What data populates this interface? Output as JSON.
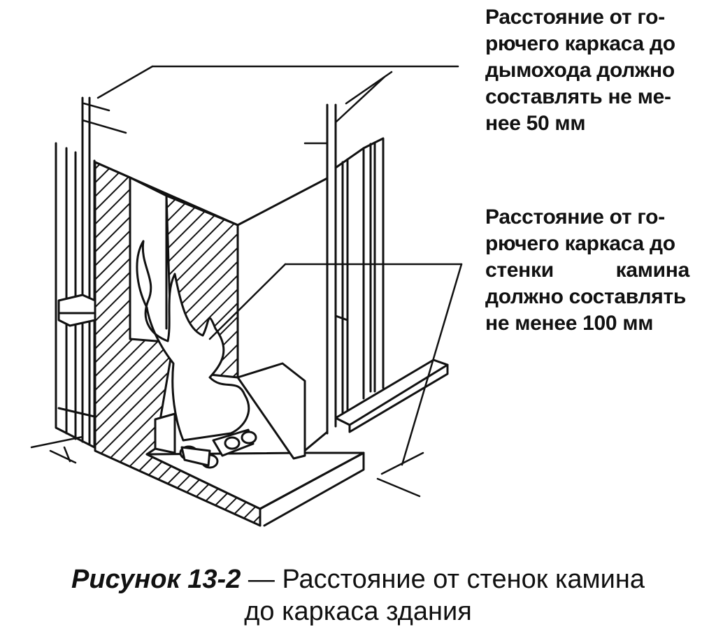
{
  "annotations": {
    "chimney_clearance": {
      "lines": [
        "Расстояние от го-",
        "рючего каркаса до",
        "дымохода должно",
        "составлять не ме-",
        "нее 50 мм"
      ]
    },
    "fireplace_wall_clearance": {
      "lines": [
        "Расстояние от го-",
        "рючего каркаса до",
        "стенки камина",
        "должно составлять",
        "не менее 100 мм"
      ]
    }
  },
  "caption": {
    "figure_label": "Рисунок 13-2",
    "text": "— Расстояние от стенок камина",
    "line2": "до каркаса здания"
  },
  "colors": {
    "ink": "#111111",
    "paper": "#ffffff"
  }
}
